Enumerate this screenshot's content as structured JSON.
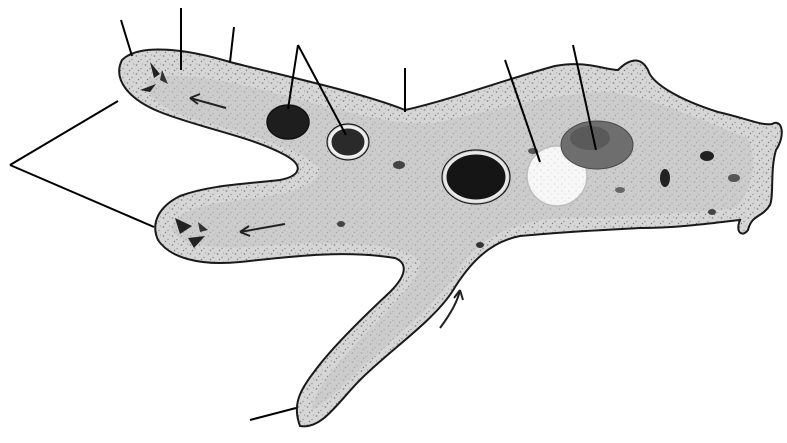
{
  "diagram": {
    "subject": "amoeba",
    "colors": {
      "background": "#ffffff",
      "outline": "#1a1a1a",
      "cytoplasm": "#cfcfcf",
      "cytoplasm_light": "#e4e4e4",
      "nucleus": "#6e6e6e",
      "food_vacuole": "#1e1e1e",
      "contractile_vacuole": "#f6f6f6",
      "leader_line": "#000000"
    },
    "labels": [
      {
        "id": "pseudopodia",
        "text": ""
      },
      {
        "id": "ectoplasm",
        "text": ""
      },
      {
        "id": "endoplasm",
        "text": ""
      },
      {
        "id": "plasma-membrane",
        "text": ""
      },
      {
        "id": "food-vacuoles",
        "text": ""
      },
      {
        "id": "cytoplasm",
        "text": ""
      },
      {
        "id": "contractile-vacuole",
        "text": ""
      },
      {
        "id": "nucleus",
        "text": ""
      },
      {
        "id": "lower-pseudopod",
        "text": ""
      }
    ]
  }
}
